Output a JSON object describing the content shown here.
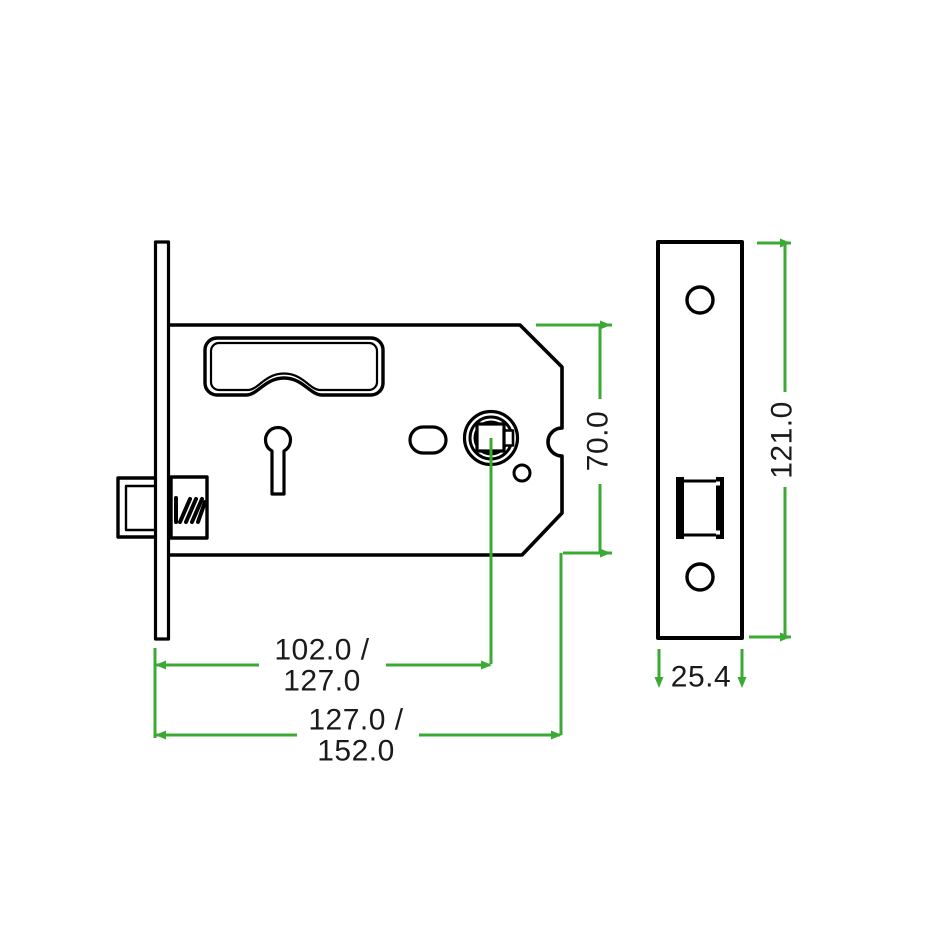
{
  "drawing": {
    "type": "technical-drawing",
    "subject": "horizontal-mortice-lock",
    "colors": {
      "background": "#ffffff",
      "outline": "#000000",
      "dimension_lines": "#3aaa35",
      "dimension_text": "#1a1a1a"
    },
    "views": {
      "side": "lock-case-side-view",
      "front": "faceplate-front-view"
    },
    "dimensions": {
      "backset": {
        "line1": "102.0 /",
        "line2": "127.0"
      },
      "case_depth": {
        "line1": "127.0 /",
        "line2": "152.0"
      },
      "case_height": {
        "label": "70.0"
      },
      "faceplate_length": {
        "label": "121.0"
      },
      "faceplate_width": {
        "label": "25.4"
      }
    }
  }
}
